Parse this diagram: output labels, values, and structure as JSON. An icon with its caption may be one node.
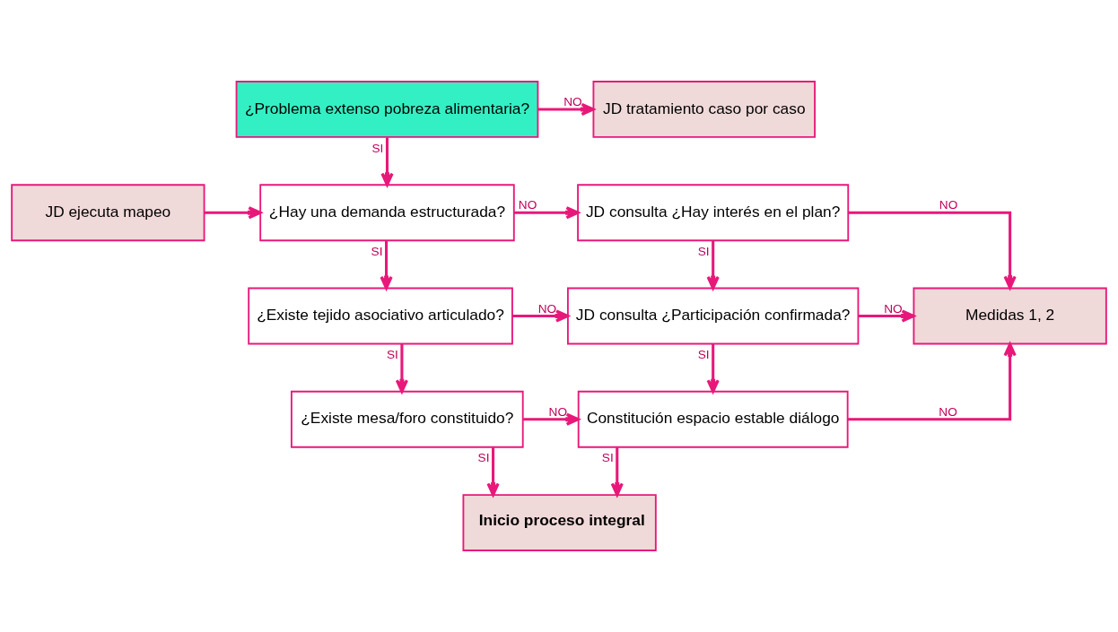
{
  "diagram": {
    "nodes": [
      {
        "text": [
          "¿Problema extenso pobreza alimentaria?"
        ]
      },
      {
        "text": [
          "JD tratamiento caso por caso"
        ]
      },
      {
        "text": [
          "JD ejecuta mapeo"
        ]
      },
      {
        "text": [
          "¿Hay una demanda estructurada?"
        ]
      },
      {
        "text": [
          "JD consulta ¿Hay interés en el plan?"
        ]
      },
      {
        "text": [
          "¿Existe tejido asociativo articulado?"
        ]
      },
      {
        "text": [
          "JD consulta ¿Participación confirmada?"
        ]
      },
      {
        "text": [
          "Medidas 1, 2"
        ]
      },
      {
        "text": [
          "¿Existe mesa/foro constituido?"
        ]
      },
      {
        "text": [
          "Constitución espacio estable diálogo"
        ]
      },
      {
        "text": [
          "Inicio proceso integral"
        ]
      }
    ],
    "edges": [
      {
        "from": 0,
        "to": 1,
        "arrow": "to",
        "label": "NO"
      },
      {
        "from": 0,
        "to": 3,
        "arrow": "to",
        "label": "SI"
      },
      {
        "from": 2,
        "to": 3,
        "arrow": "to"
      },
      {
        "from": 3,
        "to": 4,
        "arrow": "to",
        "label": "NO"
      },
      {
        "from": 3,
        "to": 5,
        "arrow": "to",
        "label": "SI"
      },
      {
        "from": 4,
        "to": 7,
        "arrow": "to",
        "label": "NO"
      },
      {
        "from": 4,
        "to": 6,
        "arrow": "to",
        "label": "SI"
      },
      {
        "from": 5,
        "to": 6,
        "arrow": "to",
        "label": "NO"
      },
      {
        "from": 5,
        "to": 8,
        "arrow": "to",
        "label": "SI"
      },
      {
        "from": 6,
        "to": 7,
        "arrow": "to",
        "label": "NO"
      },
      {
        "from": 6,
        "to": 9,
        "arrow": "to",
        "label": "SI"
      },
      {
        "from": 8,
        "to": 9,
        "arrow": "to",
        "label": "NO"
      },
      {
        "from": 8,
        "to": 10,
        "arrow": "to",
        "label": "SI"
      },
      {
        "from": 9,
        "to": 10,
        "arrow": "to",
        "label": "SI"
      },
      {
        "from": 9,
        "to": 7,
        "arrow": "to",
        "label": "NO"
      }
    ]
  }
}
